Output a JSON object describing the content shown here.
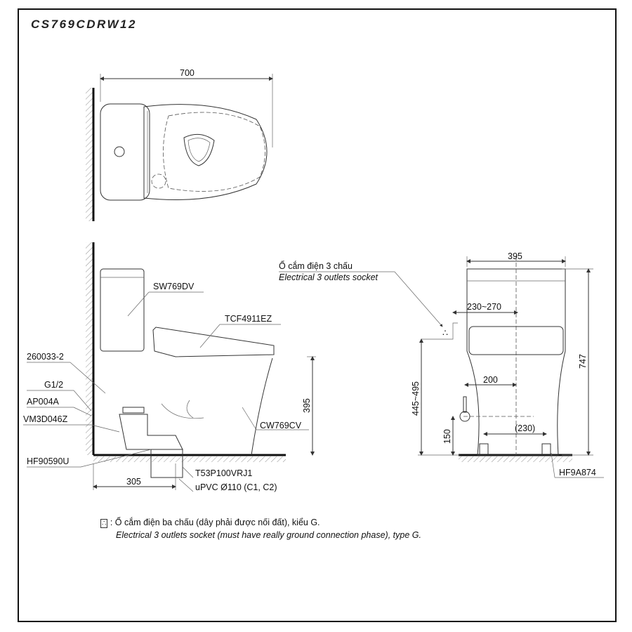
{
  "title": "CS769CDRW12",
  "top_view": {
    "width_dim": "700"
  },
  "side_view": {
    "labels": {
      "tank": "SW769DV",
      "seat": "TCF4911EZ",
      "part_260033": "260033-2",
      "g12": "G1/2",
      "ap004a": "AP004A",
      "vm3d046z": "VM3D046Z",
      "hf90590u": "HF90590U",
      "bowl": "CW769CV",
      "t53": "T53P100VRJ1",
      "upvc": "uPVC Ø110 (C1, C2)"
    },
    "dims": {
      "height": "395",
      "rough_in": "305"
    }
  },
  "front_view": {
    "socket_vi": "Ổ cắm điện 3 chấu",
    "socket_en": "Electrical 3 outlets socket",
    "dims": {
      "width": "395",
      "total_height": "747",
      "socket_offset": "230~270",
      "socket_height": "445~495",
      "supply_offset": "200",
      "supply_height": "150",
      "bolt_span": "(230)"
    },
    "fixing": "HF9A874"
  },
  "notes": {
    "symbol": "∴",
    "vi": ": Ổ cắm điện ba chấu (dây phải được nối đất), kiểu G.",
    "en": "Electrical 3 outlets socket (must have really ground connection phase), type G."
  }
}
